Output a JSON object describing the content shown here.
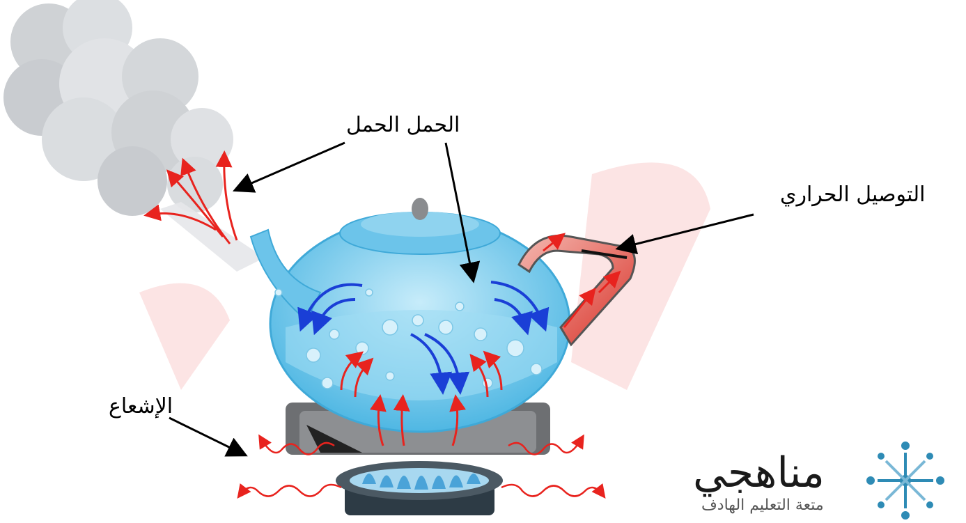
{
  "labels": {
    "convection": "الحمل الحمل",
    "conduction": "التوصيل الحراري",
    "radiation": "الإشعاع"
  },
  "logo": {
    "name": "مناهجي",
    "tagline": "متعة التعليم الهادف"
  },
  "colors": {
    "heat_arrow": "#e8231e",
    "cool_arrow": "#1a3fd6",
    "water": "#8fd3ef",
    "kettle_glass": "#6cc4ea",
    "steam": "#d9d9d9",
    "logo_accent": "#2e8bb5"
  }
}
